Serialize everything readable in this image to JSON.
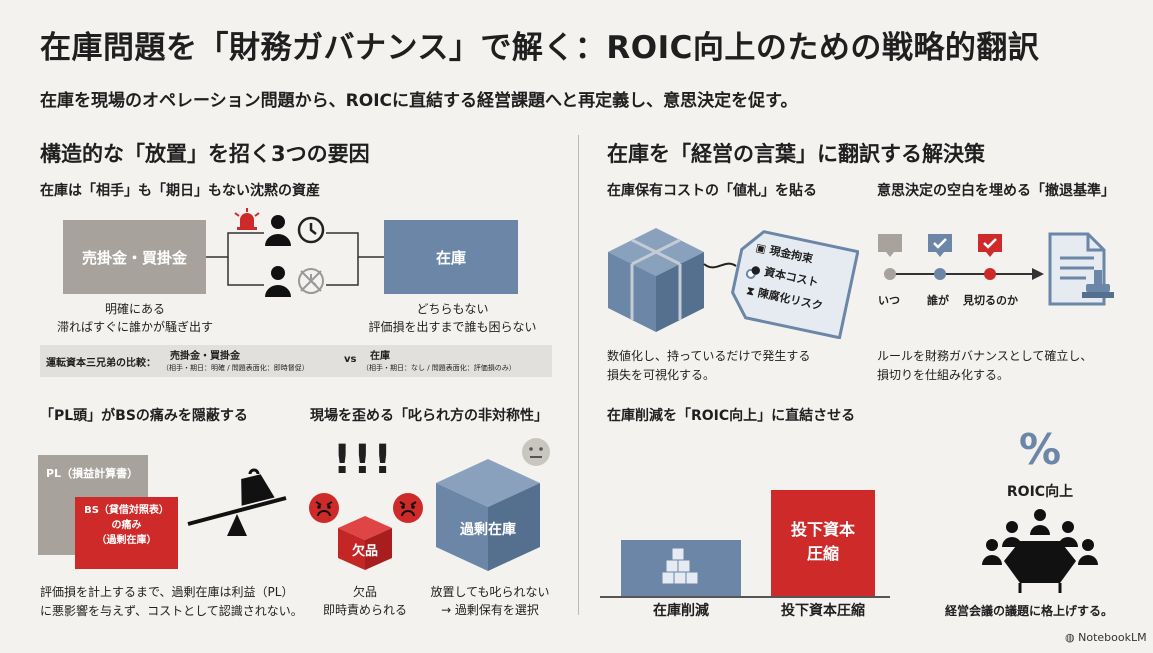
{
  "header": {
    "title": "在庫問題を「財務ガバナンス」で解く：ROIC向上のための戦略的翻訳",
    "subtitle": "在庫を現場のオペレーション問題から、ROICに直結する経営課題へと再定義し、意思決定を促す。"
  },
  "left": {
    "heading": "構造的な「放置」を招く3つの要因",
    "factor1": {
      "subheading": "在庫は「相手」も「期日」もない沈黙の資産",
      "box_ar_ap": "売掛金・買掛金",
      "box_inventory": "在庫",
      "caption_left": [
        "明確にある",
        "滞ればすぐに誰かが騒ぎ出す"
      ],
      "caption_right": [
        "どちらもない",
        "評価損を出すまで誰も困らない"
      ],
      "compare": {
        "label": "運転資本三兄弟の比較：",
        "left_title": "売掛金・買掛金",
        "left_detail": "（相手・期日：明確 / 問題表面化：即時督促）",
        "vs": "vs",
        "right_title": "在庫",
        "right_detail": "（相手・期日：なし / 問題表面化：評価損のみ）"
      }
    },
    "factor2": {
      "subheading": "「PL頭」がBSの痛みを隠蔽する",
      "pl_label": "PL（損益計算書）",
      "bs_label": [
        "BS（貸借対照表）",
        "の痛み",
        "（過剰在庫）"
      ],
      "caption": [
        "評価損を計上するまで、過剰在庫は利益（PL）",
        "に悪影響を与えず、コストとして認識されない。"
      ]
    },
    "factor3": {
      "subheading": "現場を歪める「叱られ方の非対称性」",
      "exclaim": "!!!",
      "shortage_box": "欠品",
      "excess_box": "過剰在庫",
      "caption_left": [
        "欠品",
        "即時責められる"
      ],
      "caption_right": [
        "放置しても叱られない",
        "→ 過剰保有を選択"
      ]
    }
  },
  "right": {
    "heading": "在庫を「経営の言葉」に翻訳する解決策",
    "solution1": {
      "subheading": "在庫保有コストの「値札」を貼る",
      "tag_items": [
        "現金拘束",
        "資本コスト",
        "陳腐化リスク"
      ],
      "caption": [
        "数値化し、持っているだけで発生する",
        "損失を可視化する。"
      ]
    },
    "solution2": {
      "subheading": "意思決定の空白を埋める「撤退基準」",
      "timeline_labels": [
        "いつ",
        "誰が",
        "見切るのか"
      ],
      "caption": [
        "ルールを財務ガバナンスとして確立し、",
        "損切りを仕組み化する。"
      ]
    },
    "solution3": {
      "subheading": "在庫削減を「ROIC向上」に直結させる",
      "bar1_label": "在庫削減",
      "bar2_text": [
        "投下資本",
        "圧縮"
      ],
      "bar2_label": "投下資本圧縮",
      "percent": "%",
      "roic_label": "ROIC向上",
      "caption": "経営会議の議題に格上げする。"
    }
  },
  "footer": {
    "brand": "NotebookLM"
  },
  "colors": {
    "background": "#f3f2ef",
    "red": "#cf2a2a",
    "blue_gray": "#6b86a6",
    "gray": "#a7a29b",
    "dark": "#1f1f1f"
  }
}
